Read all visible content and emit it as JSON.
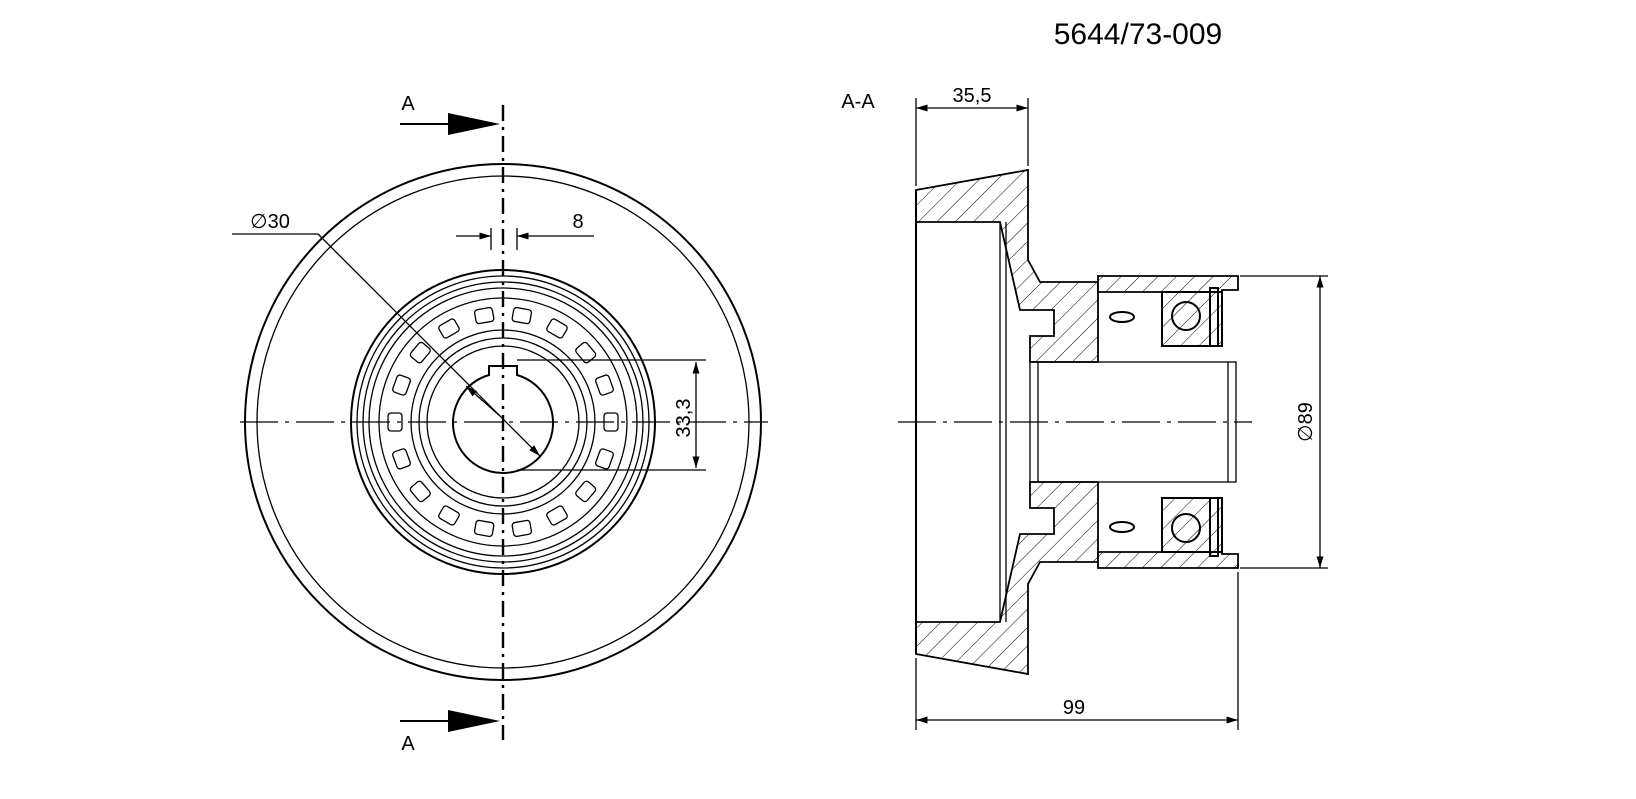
{
  "part_number": "5644/73-009",
  "section_label": "A-A",
  "cut_mark_top": "A",
  "cut_mark_bottom": "A",
  "dimensions": {
    "bore_diameter": "∅30",
    "key_width": "8",
    "key_depth": "33,3",
    "hub_offset": "35,5",
    "outer_diameter": "∅89",
    "overall_length": "99"
  }
}
